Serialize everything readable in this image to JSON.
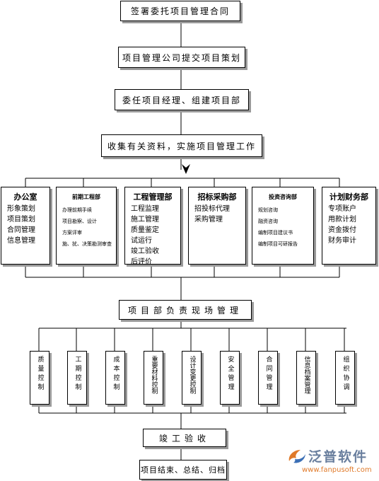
{
  "flow": {
    "step1": "签署委托项目管理合同",
    "step2": "项目管理公司提交项目策划",
    "step3": "委任项目经理、组建项目部",
    "step4": "收集有关资料，实施项目管理工作",
    "step5": "项目部负责现场管理",
    "step6": "竣工验收",
    "step7": "项目结束、总结、归档"
  },
  "departments": [
    {
      "title": "办公室",
      "items": [
        "形象策划",
        "项目策划",
        "合同管理",
        "信息管理"
      ]
    },
    {
      "title": "前期工程部",
      "items": [
        "办理前期手续",
        "项目勘察、设计",
        "方案评审",
        "施、扰、决策勘测审查"
      ]
    },
    {
      "title": "工程管理部",
      "items": [
        "工程监理",
        "施工管理",
        "质量鉴定",
        "试运行",
        "竣工验收",
        "后评价"
      ]
    },
    {
      "title": "招标采购部",
      "items": [
        "招投标代理",
        "采购管理"
      ]
    },
    {
      "title": "投资咨询部",
      "items": [
        "规划咨询",
        "融资咨询",
        "编制项目建议书",
        "编制项目可研报告"
      ]
    },
    {
      "title": "计划财务部",
      "items": [
        "专项账户",
        "用款计划",
        "资金拨付",
        "财务审计"
      ]
    }
  ],
  "site_tasks": [
    "质量控制",
    "工期控制",
    "成本控制",
    "重要材料控制",
    "设计变更控制",
    "安全管理",
    "合同管理",
    "信息档案管理",
    "组织协调"
  ],
  "logo": {
    "name": "泛普软件",
    "url": "www.fanpusoft.com",
    "icon": "fanpu-logo-icon"
  },
  "colors": {
    "shadow": "#9a9a9a",
    "logo_text": "#6a7f9e",
    "logo_url": "#e07a2a"
  }
}
